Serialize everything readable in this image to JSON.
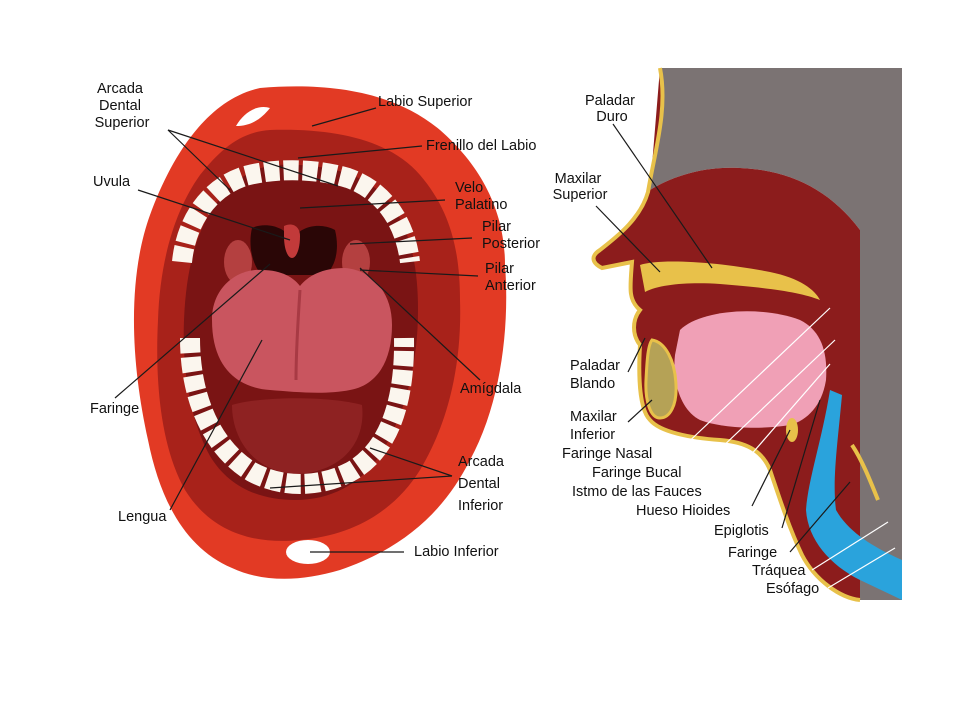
{
  "colors": {
    "outer_lip": "#e23a24",
    "lip_dark": "#a8221a",
    "mouth_cavity": "#7a1414",
    "tongue": "#c9555f",
    "teeth": "#fbf6ee",
    "head_gray": "#7b7373",
    "tissue": "#8c1c1c",
    "bone": "#e8c14a",
    "oral_pink": "#f0a0b6",
    "airway_blue": "#2aa3dc"
  },
  "labels": {
    "arcada_superior": [
      "Arcada",
      "Dental",
      "Superior"
    ],
    "labio_superior": [
      "Labio Superior"
    ],
    "frenillo": [
      "Frenillo del Labio"
    ],
    "uvula": [
      "Uvula"
    ],
    "velo": [
      "Velo",
      "Palatino"
    ],
    "pilar_posterior": [
      "Pilar",
      "Posterior"
    ],
    "pilar_anterior": [
      "Pilar",
      "Anterior"
    ],
    "amigdala": [
      "Amígdala"
    ],
    "faringe_left": [
      "Faringe"
    ],
    "arcada_inferior": [
      "Arcada",
      "Dental",
      "Inferior"
    ],
    "lengua": [
      "Lengua"
    ],
    "labio_inferior": [
      "Labio Inferior"
    ],
    "paladar_duro": [
      "Paladar",
      "Duro"
    ],
    "maxilar_superior": [
      "Maxilar",
      "Superior"
    ],
    "paladar_blando": [
      "Paladar",
      "Blando"
    ],
    "maxilar_inferior": [
      "Maxilar",
      "Inferior"
    ],
    "faringe_nasal": [
      "Faringe Nasal"
    ],
    "faringe_bucal": [
      "Faringe Bucal"
    ],
    "istmo": [
      "Istmo de las Fauces"
    ],
    "hueso_hioides": [
      "Hueso Hioides"
    ],
    "epiglotis": [
      "Epiglotis"
    ],
    "faringe_right": [
      "Faringe"
    ],
    "traquea": [
      "Tráquea"
    ],
    "esofago": [
      "Esófago"
    ]
  }
}
